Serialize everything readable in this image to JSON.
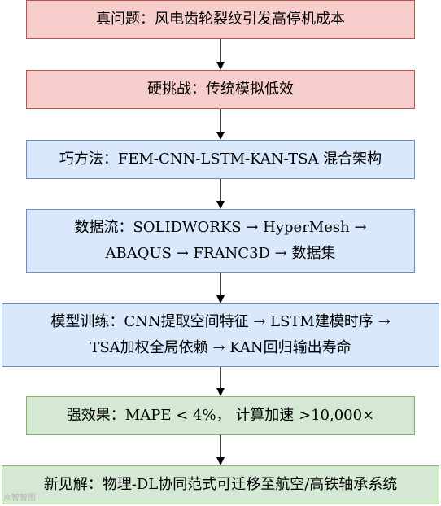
{
  "flow": {
    "problem": "真问题：风电齿轮裂纹引发高停机成本",
    "challenge": "硬挑战：传统模拟低效",
    "method": "巧方法：FEM-CNN-LSTM-KAN-TSA 混合架构",
    "dataflow": {
      "line1": "数据流：SOLIDWORKS → HyperMesh →",
      "line2": "ABAQUS → FRANC3D → 数据集"
    },
    "training": {
      "line1": "模型训练：CNN提取空间特征 → LSTM建模时序 →",
      "line2": "TSA加权全局依赖 → KAN回归输出寿命"
    },
    "result": "强效果：MAPE < 4%， 计算加速 >10,000×",
    "insight": "新见解：物理-DL协同范式可迁移至航空/高铁轴承系统"
  },
  "watermark": "众智智图",
  "colors": {
    "red_fill": "#f8cecc",
    "red_stroke": "#b85450",
    "blue_fill": "#dae8fc",
    "blue_stroke": "#6c8ebf",
    "green_fill": "#d5e8d4",
    "green_stroke": "#82b366",
    "arrow": "#000000"
  }
}
